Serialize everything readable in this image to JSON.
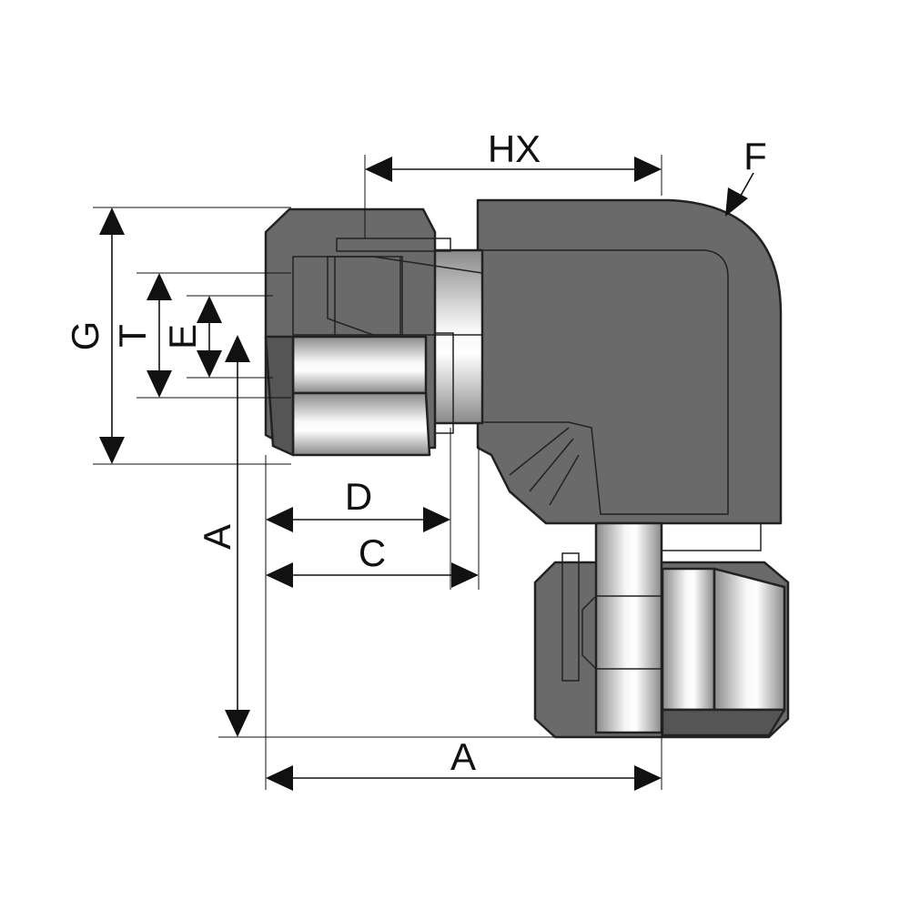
{
  "labels": {
    "hx": "HX",
    "f": "F",
    "g": "G",
    "t": "T",
    "e": "E",
    "d": "D",
    "c": "C",
    "a_vertical": "A",
    "a_horizontal": "A"
  },
  "colors": {
    "body_dark": "#6a6a6a",
    "body_light": "#e6e6e6",
    "metal_mid": "#bdbdbd",
    "outline": "#222222"
  }
}
